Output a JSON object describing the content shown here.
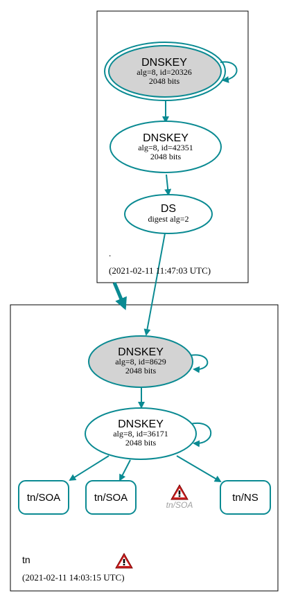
{
  "zones": {
    "root": {
      "name": ".",
      "timestamp": "(2021-02-11 11:47:03 UTC)"
    },
    "tn": {
      "name": "tn",
      "timestamp": "(2021-02-11 14:03:15 UTC)"
    }
  },
  "nodes": {
    "root_ksk": {
      "title": "DNSKEY",
      "line1": "alg=8, id=20326",
      "line2": "2048 bits"
    },
    "root_zsk": {
      "title": "DNSKEY",
      "line1": "alg=8, id=42351",
      "line2": "2048 bits"
    },
    "ds": {
      "title": "DS",
      "line1": "digest alg=2"
    },
    "tn_ksk": {
      "title": "DNSKEY",
      "line1": "alg=8, id=8629",
      "line2": "2048 bits"
    },
    "tn_zsk": {
      "title": "DNSKEY",
      "line1": "alg=8, id=36171",
      "line2": "2048 bits"
    },
    "tn_soa_1": {
      "label": "tn/SOA"
    },
    "tn_soa_2": {
      "label": "tn/SOA"
    },
    "tn_soa_warn": {
      "label": "tn/SOA"
    },
    "tn_ns": {
      "label": "tn/NS"
    }
  },
  "colors": {
    "edge": "#0a8a92",
    "ksk_fill": "#d3d3d3",
    "warning": "#cc2222",
    "muted_text": "#a0a0a0"
  },
  "icons": {
    "soa_warning": "warning-icon",
    "zone_warning": "warning-icon"
  }
}
